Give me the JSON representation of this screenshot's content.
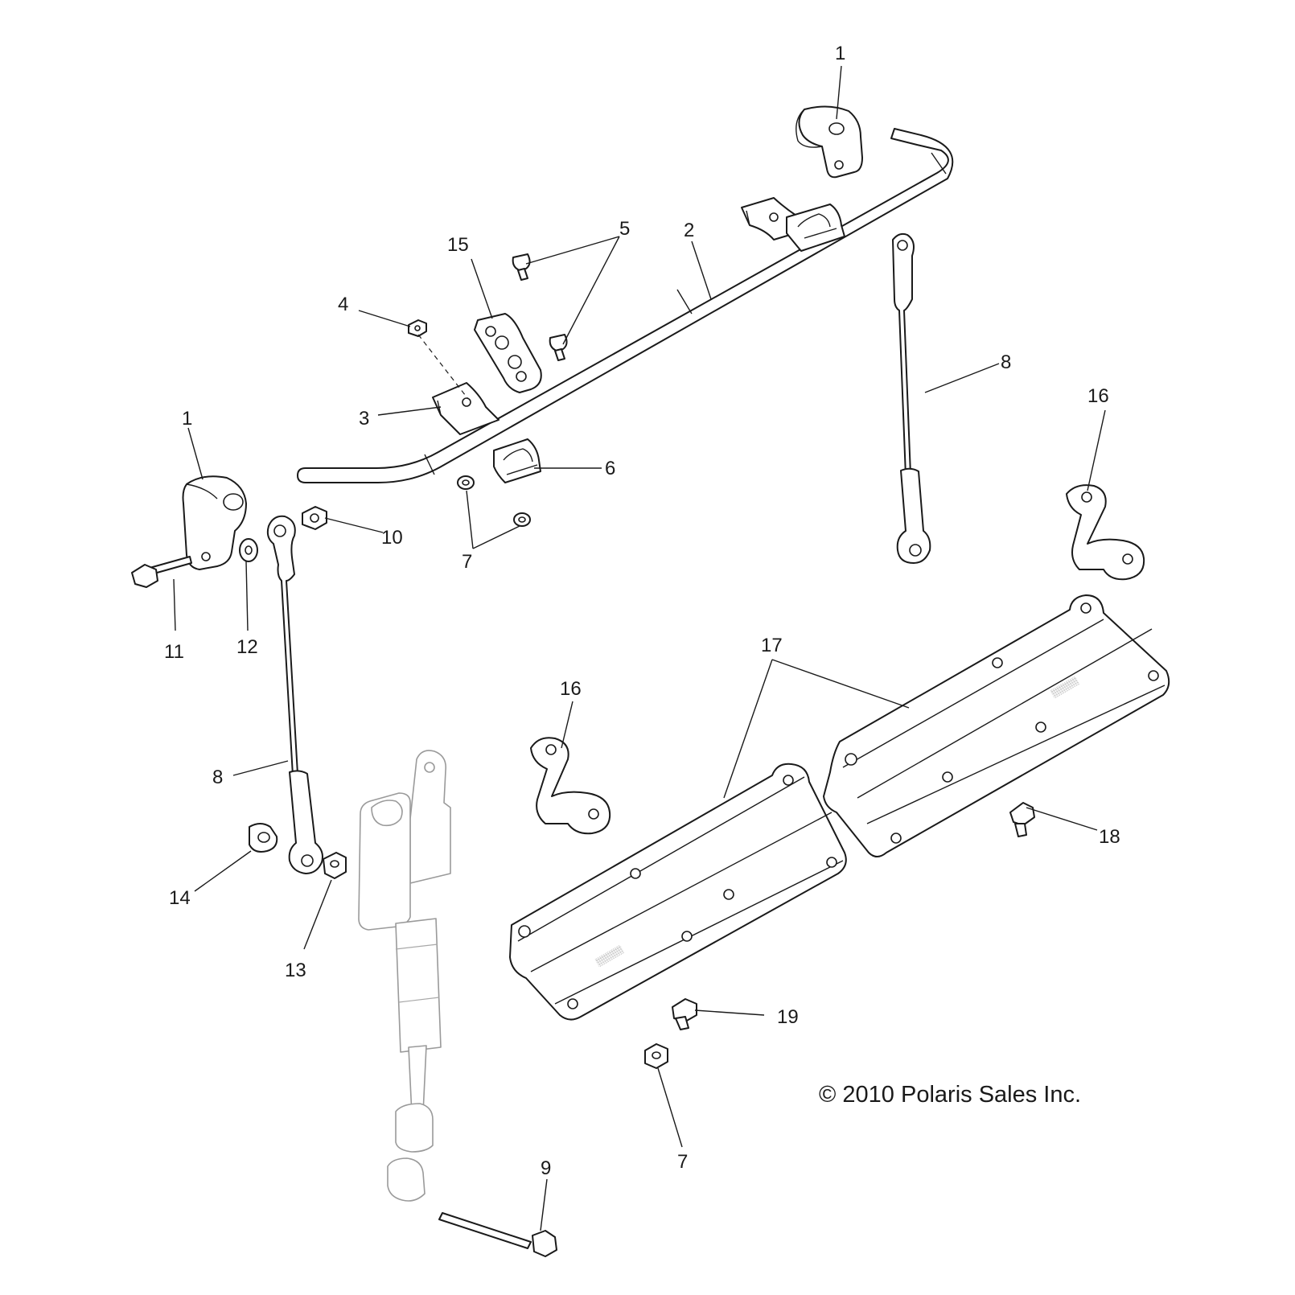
{
  "callouts": {
    "c1_top": "1",
    "c2": "2",
    "c5": "5",
    "c15": "15",
    "c4": "4",
    "c3": "3",
    "c1_left": "1",
    "c6": "6",
    "c10": "10",
    "c7_upper": "7",
    "c8_right": "8",
    "c16_right": "16",
    "c11": "11",
    "c12": "12",
    "c17": "17",
    "c16_mid": "16",
    "c8_left": "8",
    "c18": "18",
    "c14": "14",
    "c13": "13",
    "c19": "19",
    "c7_lower": "7",
    "c9": "9"
  },
  "copyright": "© 2010 Polaris Sales Inc."
}
